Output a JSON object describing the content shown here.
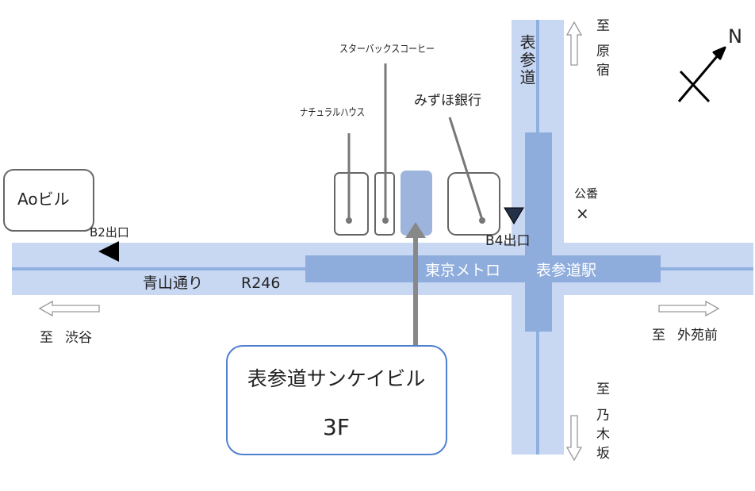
{
  "colors": {
    "road": "#c8d8f2",
    "road_center_line": "#8fb0e0",
    "metro": "#8eacdc",
    "building_highlight": "#9db5dc",
    "outline": "#666666",
    "callout_border": "#4f7fcf",
    "entrance_marker": "#223049"
  },
  "roads": {
    "avenue": "青山通り",
    "route": "R246",
    "cross_street": "表参道"
  },
  "metro": {
    "line": "東京メトロ",
    "station": "表参道駅"
  },
  "exits": {
    "b2": "B2出口",
    "b4": "B4出口"
  },
  "landmarks": {
    "ao_building": "Aoビル",
    "starbucks": "スターバックスコーヒー",
    "natural_house": "ナチュラルハウス",
    "mizuho_bank": "みずほ銀行",
    "police_box": "公番",
    "police_box_symbol": "×"
  },
  "directions": {
    "to_prefix": "至",
    "west": "渋谷",
    "east": "外苑前",
    "north_chars": [
      "原",
      "宿"
    ],
    "south_chars": [
      "乃",
      "木",
      "坂"
    ]
  },
  "compass": {
    "north": "N"
  },
  "destination": {
    "building": "表参道サンケイビル",
    "floor": "3F"
  }
}
